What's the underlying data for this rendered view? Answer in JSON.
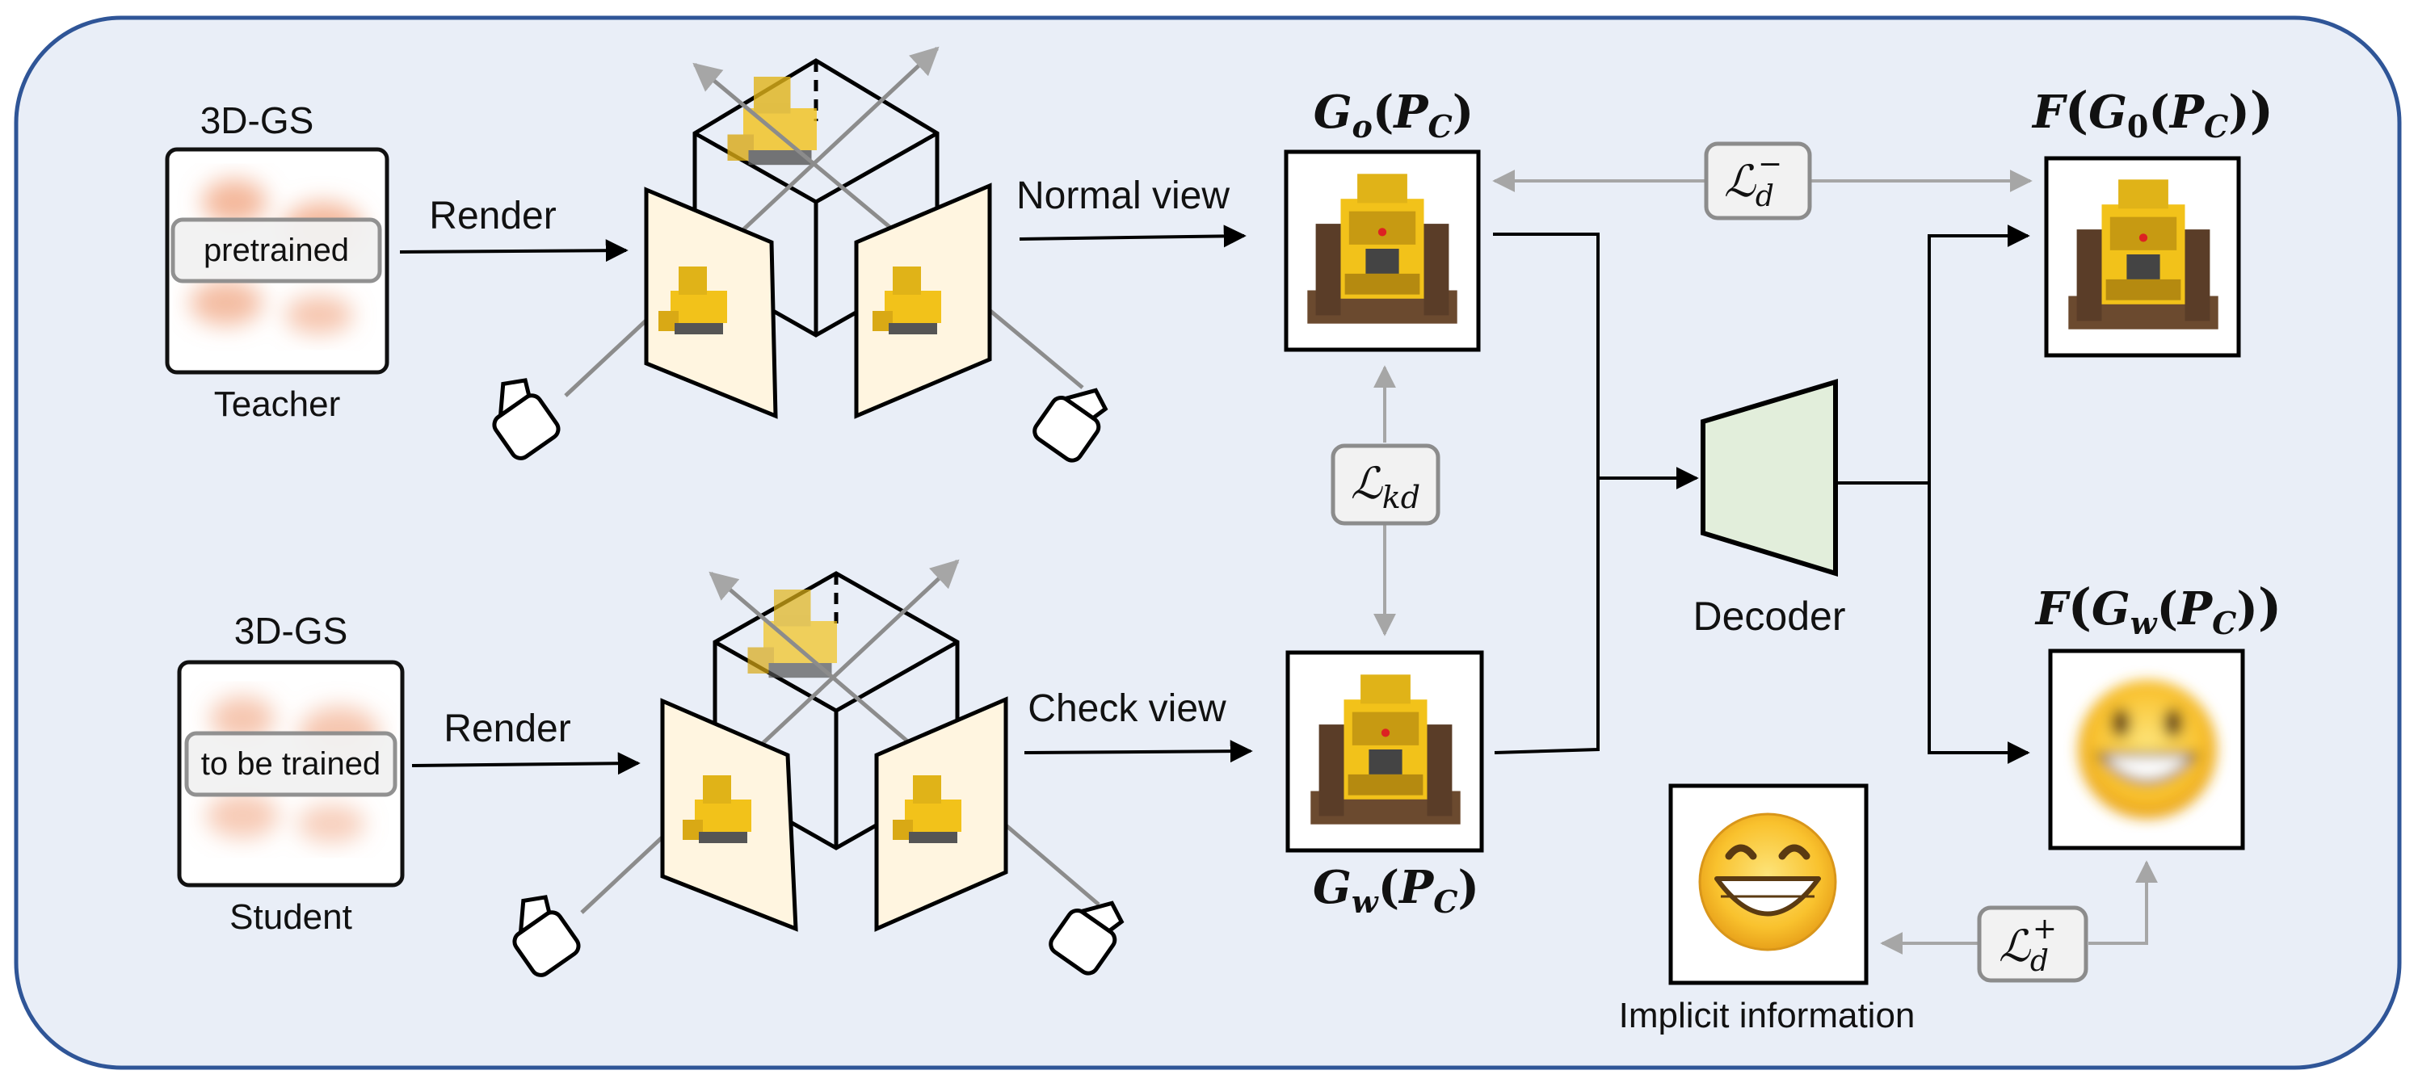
{
  "teacher": {
    "model_label": "3D-GS",
    "tag": "pretrained",
    "role": "Teacher",
    "render_label": "Render",
    "view_label": "Normal view"
  },
  "student": {
    "model_label": "3D-GS",
    "tag": "to be trained",
    "role": "Student",
    "render_label": "Render",
    "view_label": "Check view"
  },
  "images": {
    "g_o": {
      "main": "G",
      "sub": "o",
      "arg_main": "P",
      "arg_sub": "C"
    },
    "g_w": {
      "main": "G",
      "sub": "w",
      "arg_main": "P",
      "arg_sub": "C"
    },
    "f_g0": {
      "fn": "F",
      "main": "G",
      "sub": "0",
      "arg_main": "P",
      "arg_sub": "C"
    },
    "f_gw": {
      "fn": "F",
      "main": "G",
      "sub": "w",
      "arg_main": "P",
      "arg_sub": "C"
    }
  },
  "losses": {
    "kd": {
      "script": "ℒ",
      "sub": "kd"
    },
    "d_minus": {
      "script": "ℒ",
      "sub": "d",
      "sup": "−"
    },
    "d_plus": {
      "script": "ℒ",
      "sub": "d",
      "sup": "+"
    }
  },
  "decoder_label": "Decoder",
  "implicit_label": "Implicit information",
  "colors": {
    "panel_bg": "#e9eef7",
    "panel_border": "#2f5597",
    "decoder_fill": "#e2eedb",
    "arrow_gray": "#a6a6a6",
    "loss_box": "#f2f2f2",
    "toy_yellow": "#f2c21a",
    "emoji_yellow": "#f9c22e"
  }
}
